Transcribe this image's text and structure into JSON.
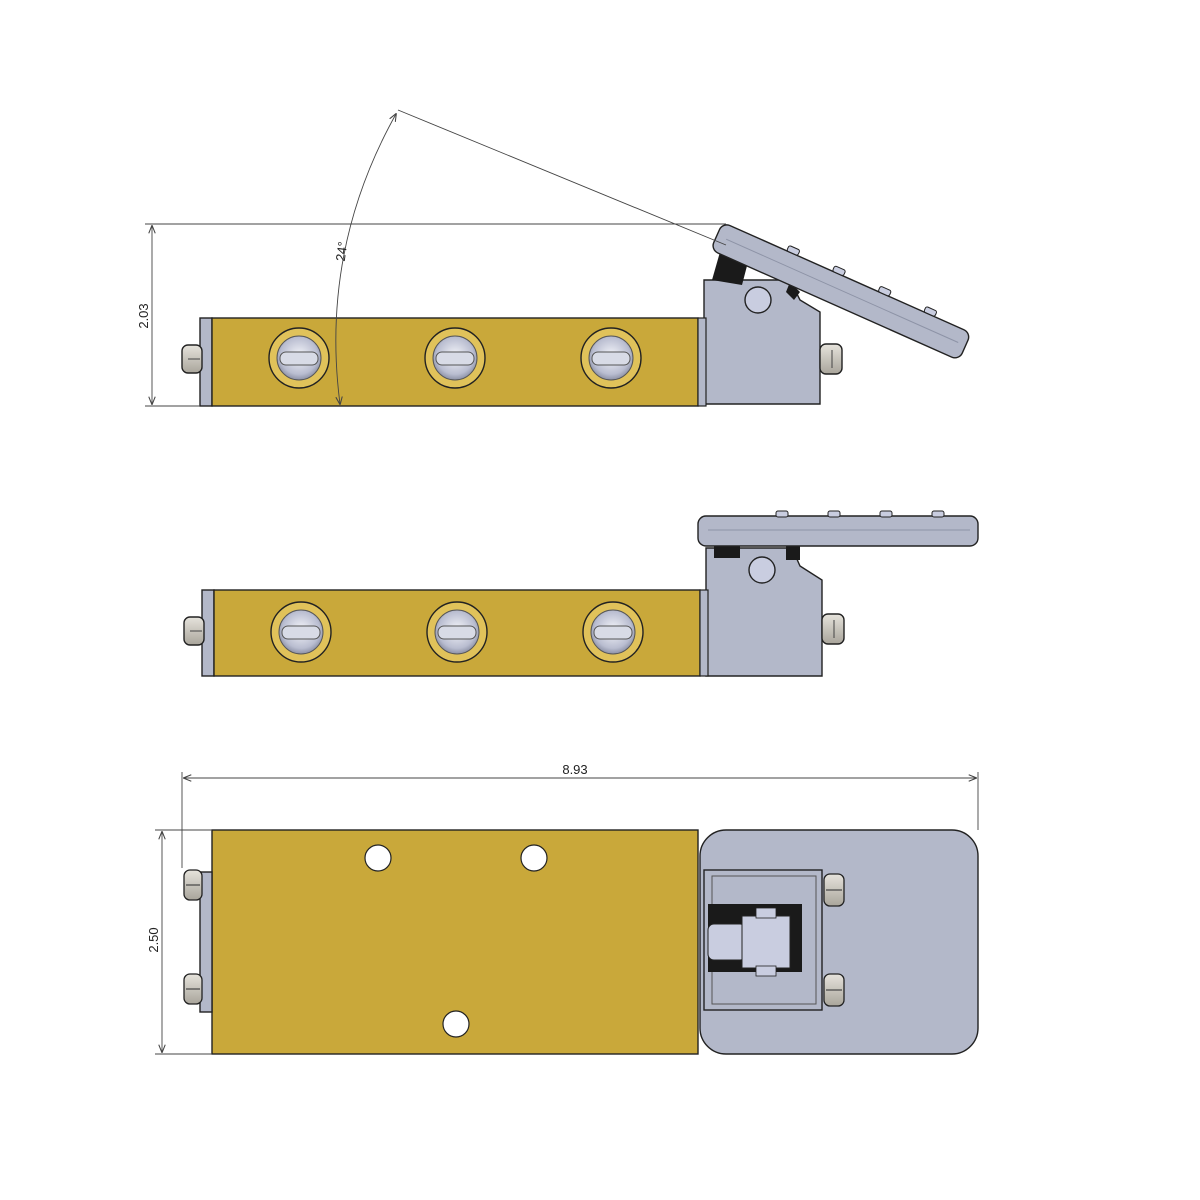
{
  "dimensions": {
    "height_open": "2.03",
    "angle": "24°",
    "length": "8.93",
    "width": "2.50"
  },
  "colors": {
    "brass": "#c9a83a",
    "brass_dark": "#a8892a",
    "steel": "#b3b8c9",
    "steel_dark": "#8d93a6",
    "outline": "#222222",
    "dim_line": "#444444"
  }
}
